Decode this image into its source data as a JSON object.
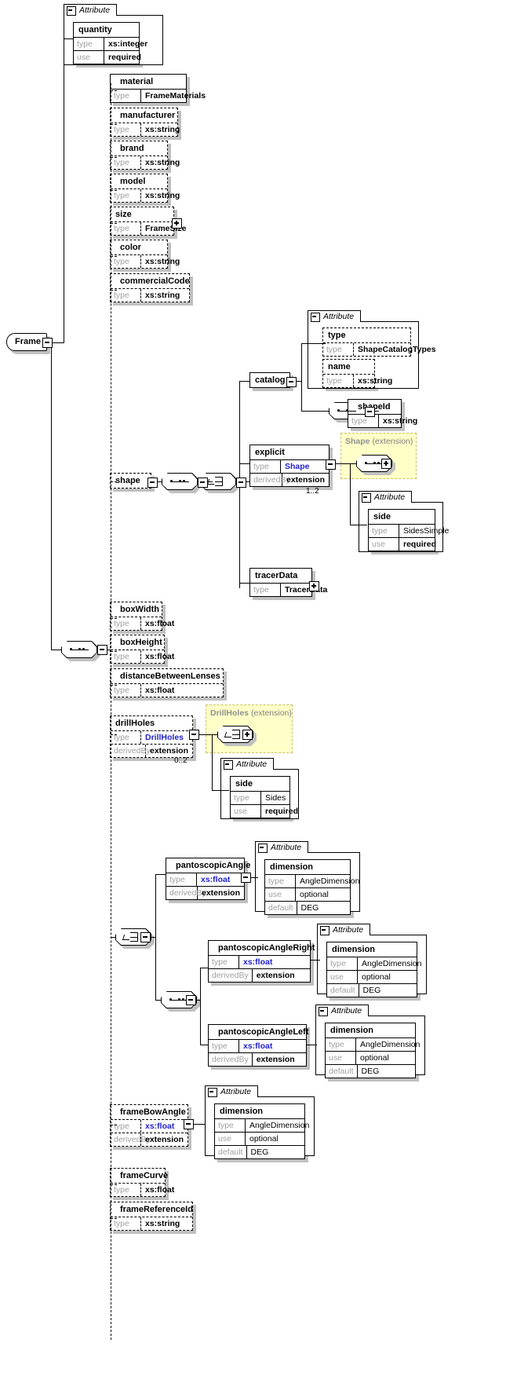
{
  "diagram": {
    "kind": "xsd-schema-tree",
    "root": {
      "label": "Frame"
    },
    "labels": {
      "attribute_group": "Attribute",
      "type_key": "type",
      "use_key": "use",
      "derivedby_key": "derivedBy",
      "default_key": "default"
    },
    "nodes": {
      "quantity": {
        "name": "quantity",
        "type": "xs:integer",
        "use": "required"
      },
      "material": {
        "name": "material",
        "type": "FrameMaterials"
      },
      "manufacturer": {
        "name": "manufacturer",
        "type": "xs:string"
      },
      "brand": {
        "name": "brand",
        "type": "xs:string"
      },
      "model": {
        "name": "model",
        "type": "xs:string"
      },
      "size": {
        "name": "size",
        "type": "FrameSize"
      },
      "color": {
        "name": "color",
        "type": "xs:string"
      },
      "commercialCode": {
        "name": "commercialCode",
        "type": "xs:string"
      },
      "catalog": {
        "name": "catalog"
      },
      "catalog_type": {
        "name": "type",
        "type": "ShapeCatalogTypes"
      },
      "catalog_name": {
        "name": "name",
        "type": "xs:string"
      },
      "shapeId": {
        "name": "shapeId",
        "type": "xs:string"
      },
      "explicit": {
        "name": "explicit",
        "type": "Shape",
        "derivedBy": "extension",
        "cardinality": "1..2"
      },
      "explicit_ext_label": {
        "name": "Shape",
        "suffix": "(extension)"
      },
      "explicit_side": {
        "name": "side",
        "type": "SidesSimple",
        "use": "required"
      },
      "tracerData": {
        "name": "tracerData",
        "type": "TracerData"
      },
      "shape": {
        "name": "shape"
      },
      "boxWidth": {
        "name": "boxWidth",
        "type": "xs:float"
      },
      "boxHeight": {
        "name": "boxHeight",
        "type": "xs:float"
      },
      "distanceBetweenLenses": {
        "name": "distanceBetweenLenses",
        "type": "xs:float"
      },
      "drillHoles": {
        "name": "drillHoles",
        "type": "DrillHoles",
        "derivedBy": "extension",
        "cardinality": "0..2"
      },
      "drillholes_ext_label": {
        "name": "DrillHoles",
        "suffix": "(extension)"
      },
      "drillHoles_side": {
        "name": "side",
        "type": "Sides",
        "use": "required"
      },
      "pantoscopicAngle": {
        "name": "pantoscopicAngle",
        "type": "xs:float",
        "derivedBy": "extension"
      },
      "pantoscopicAngle_dim": {
        "name": "dimension",
        "type": "AngleDimension",
        "use": "optional",
        "default": "DEG"
      },
      "pantoscopicAngleRight": {
        "name": "pantoscopicAngleRight",
        "type": "xs:float",
        "derivedBy": "extension"
      },
      "pantoscopicAngleRight_dim": {
        "name": "dimension",
        "type": "AngleDimension",
        "use": "optional",
        "default": "DEG"
      },
      "pantoscopicAngleLeft": {
        "name": "pantoscopicAngleLeft",
        "type": "xs:float",
        "derivedBy": "extension"
      },
      "pantoscopicAngleLeft_dim": {
        "name": "dimension",
        "type": "AngleDimension",
        "use": "optional",
        "default": "DEG"
      },
      "frameBowAngle": {
        "name": "frameBowAngle",
        "type": "xs:float",
        "derivedBy": "extension"
      },
      "frameBowAngle_dim": {
        "name": "dimension",
        "type": "AngleDimension",
        "use": "optional",
        "default": "DEG"
      },
      "frameCurve": {
        "name": "frameCurve",
        "type": "xs:float"
      },
      "frameReferenceId": {
        "name": "frameReferenceId",
        "type": "xs:string"
      }
    },
    "colors": {
      "line": "#000000",
      "shadow": "#c0c0c0",
      "extension_fill": "#ffffc8",
      "extension_border": "#c8c070",
      "key_text": "#a0a0a0",
      "type_link": "#2222cc",
      "extension_label": "#808080"
    }
  }
}
